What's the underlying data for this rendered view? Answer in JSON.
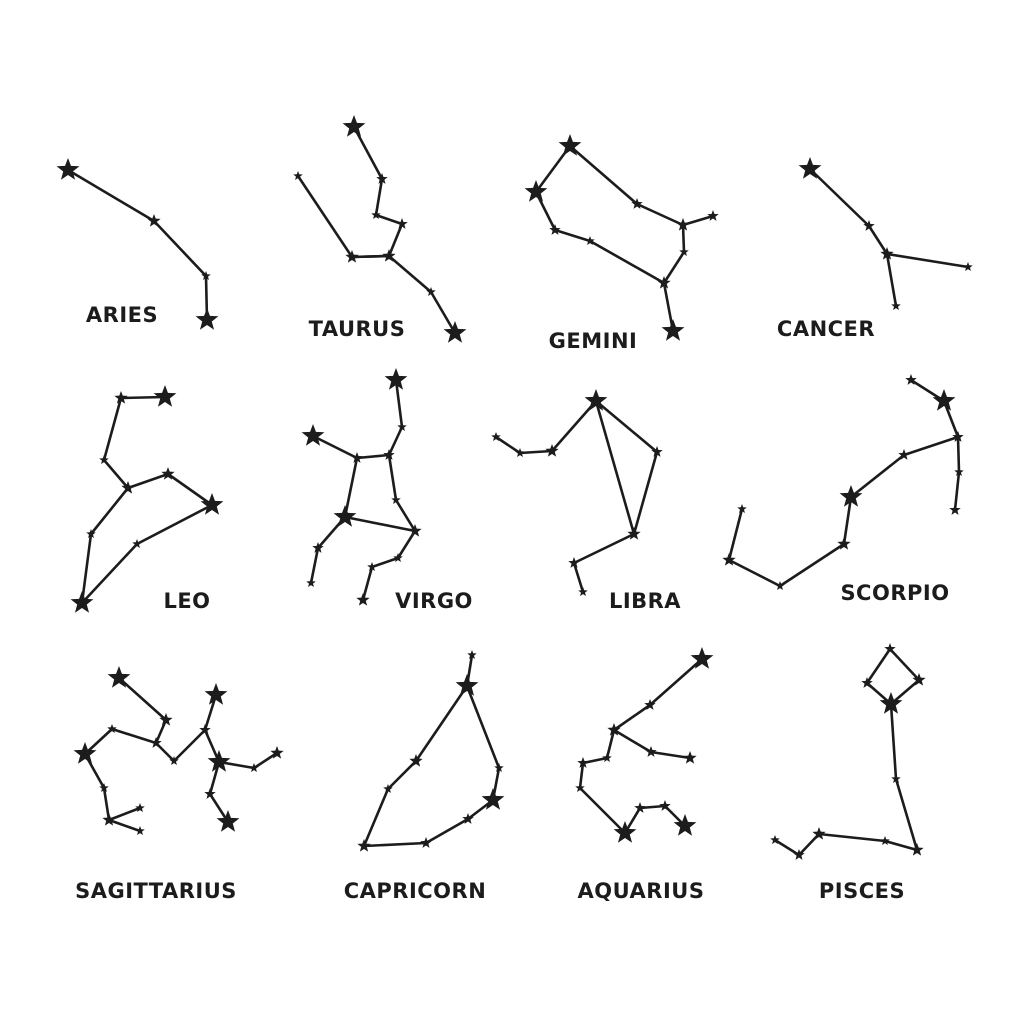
{
  "colors": {
    "background": "#ffffff",
    "ink": "#1c1c1c"
  },
  "icon": "star-icon",
  "constellations": [
    {
      "id": "aries",
      "name": "ARIES"
    },
    {
      "id": "taurus",
      "name": "TAURUS"
    },
    {
      "id": "gemini",
      "name": "GEMINI"
    },
    {
      "id": "cancer",
      "name": "CANCER"
    },
    {
      "id": "leo",
      "name": "LEO"
    },
    {
      "id": "virgo",
      "name": "VIRGO"
    },
    {
      "id": "libra",
      "name": "LIBRA"
    },
    {
      "id": "scorpio",
      "name": "SCORPIO"
    },
    {
      "id": "sagittarius",
      "name": "SAGITTARIUS"
    },
    {
      "id": "capricorn",
      "name": "CAPRICORN"
    },
    {
      "id": "aquarius",
      "name": "AQUARIUS"
    },
    {
      "id": "pisces",
      "name": "PISCES"
    }
  ]
}
